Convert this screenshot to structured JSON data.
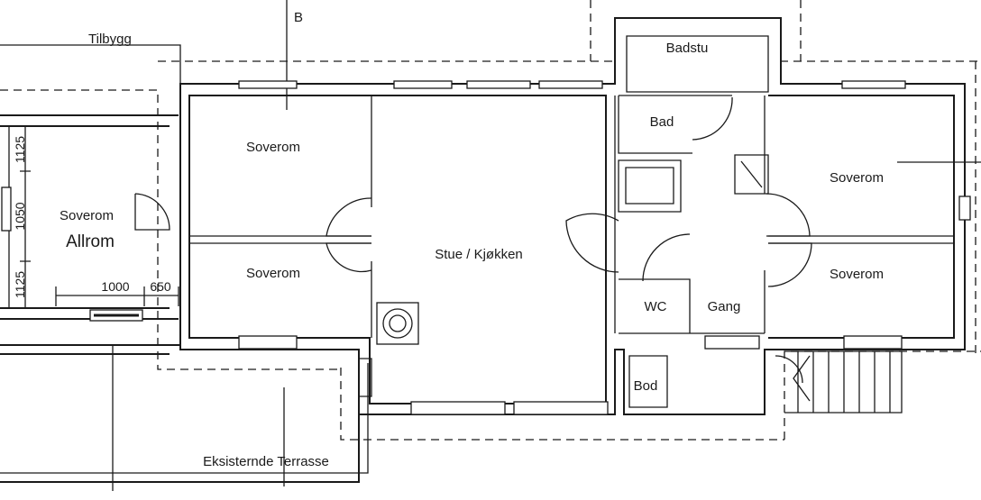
{
  "rooms": {
    "tilbygg": "Tilbygg",
    "b_marker": "B",
    "badstu": "Badstu",
    "bad": "Bad",
    "soverom_nw": "Soverom",
    "soverom_sw": "Soverom",
    "soverom_ne": "Soverom",
    "soverom_se": "Soverom",
    "soverom_annex": "Soverom",
    "allrom": "Allrom",
    "stue_kjokken": "Stue / Kjøkken",
    "wc": "WC",
    "gang": "Gang",
    "bod": "Bod",
    "terrasse": "Eksisternde Terrasse"
  },
  "dimensions": {
    "v_top": "1125",
    "v_mid": "1050",
    "v_bottom": "1125",
    "h_left": "1000",
    "h_right": "650"
  }
}
